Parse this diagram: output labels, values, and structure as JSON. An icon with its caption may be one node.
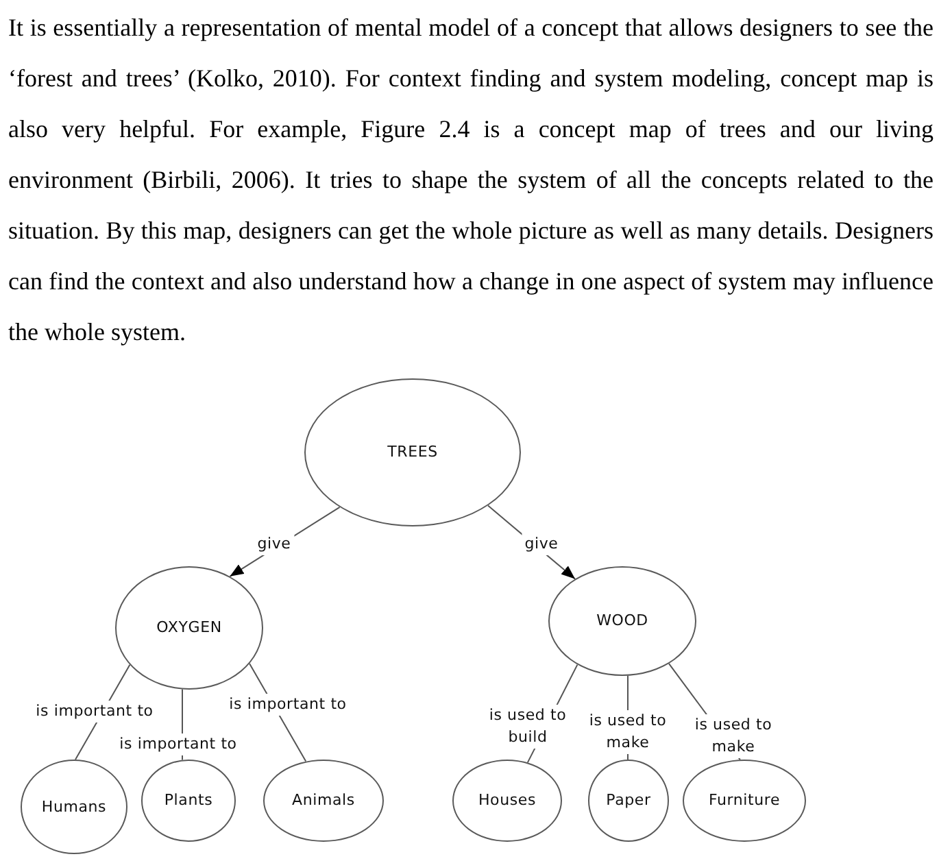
{
  "diagram": {
    "nodes": [
      {
        "text": [
          "TREES"
        ]
      },
      {
        "text": [
          "OXYGEN"
        ]
      },
      {
        "text": [
          "WOOD"
        ]
      },
      {
        "text": [
          "Humans"
        ]
      },
      {
        "text": [
          "Plants"
        ]
      },
      {
        "text": [
          "Animals"
        ]
      },
      {
        "text": [
          "Houses"
        ]
      },
      {
        "text": [
          "Paper"
        ]
      },
      {
        "text": [
          "Furniture"
        ]
      }
    ],
    "edges": [
      {
        "from": 0,
        "to": 1,
        "arrow": "to",
        "label": "give"
      },
      {
        "from": 0,
        "to": 2,
        "arrow": "to",
        "label": "give"
      },
      {
        "from": 1,
        "to": 3,
        "arrow": "none",
        "label": "is important to"
      },
      {
        "from": 1,
        "to": 4,
        "arrow": "none",
        "label": "is important to"
      },
      {
        "from": 1,
        "to": 5,
        "arrow": "none",
        "label": "is important to"
      },
      {
        "from": 2,
        "to": 6,
        "arrow": "none",
        "label": "is used to build"
      },
      {
        "from": 2,
        "to": 7,
        "arrow": "none",
        "label": "is used to make"
      },
      {
        "from": 2,
        "to": 8,
        "arrow": "none",
        "label": "is used to make"
      }
    ],
    "labels": [
      "It is essentially a representation of mental model of a concept that allows designers to see the ‘forest and trees’ (Kolko, 2010). For context finding and system modeling, concept map is also very helpful. For example, Figure 2.4 is a concept map of trees and our living environment (Birbili, 2006). It tries to shape the system of all the concepts related to the situation. By this map, designers can get the whole picture as well as many details. Designers can find the context and also understand how a change in one aspect of system may influence the whole system."
    ]
  }
}
